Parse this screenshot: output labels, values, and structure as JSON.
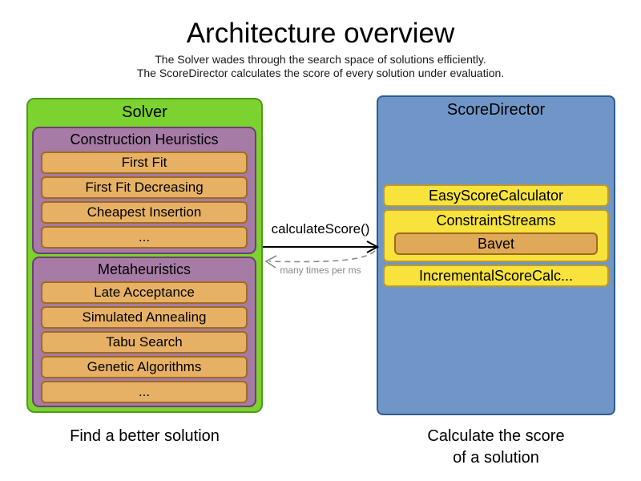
{
  "header": {
    "title": "Architecture overview",
    "subtitle_line1": "The Solver wades through the search space of solutions efficiently.",
    "subtitle_line2": "The ScoreDirector calculates the score of every solution under evaluation."
  },
  "solver": {
    "title": "Solver",
    "caption": "Find a better solution",
    "panels": [
      {
        "title": "Construction Heuristics",
        "items": [
          "First Fit",
          "First Fit Decreasing",
          "Cheapest Insertion",
          "..."
        ]
      },
      {
        "title": "Metaheuristics",
        "items": [
          "Late Acceptance",
          "Simulated Annealing",
          "Tabu Search",
          "Genetic Algorithms",
          "..."
        ]
      }
    ]
  },
  "score_director": {
    "title": "ScoreDirector",
    "caption_line1": "Calculate the score",
    "caption_line2": "of a solution",
    "calculator_top": "EasyScoreCalculator",
    "constraint_streams": {
      "title": "ConstraintStreams",
      "impl": "Bavet"
    },
    "calculator_bottom": "IncrementalScoreCalc..."
  },
  "arrow": {
    "call_label": "calculateScore()",
    "frequency_label": "many times per ms"
  },
  "colors": {
    "solver_fill": "#7cd22e",
    "solver_border": "#4f9a1c",
    "phase_fill": "#a67ba6",
    "phase_border": "#6e4070",
    "algorithm_fill": "#e7b165",
    "algorithm_border": "#9f6c1d",
    "score_director_fill": "#7096c8",
    "score_director_border": "#2f5c8f",
    "calculator_fill": "#f7e33c",
    "calculator_border": "#bd992a",
    "bavet_fill": "#e0a959",
    "frequency_text": "#888888"
  }
}
